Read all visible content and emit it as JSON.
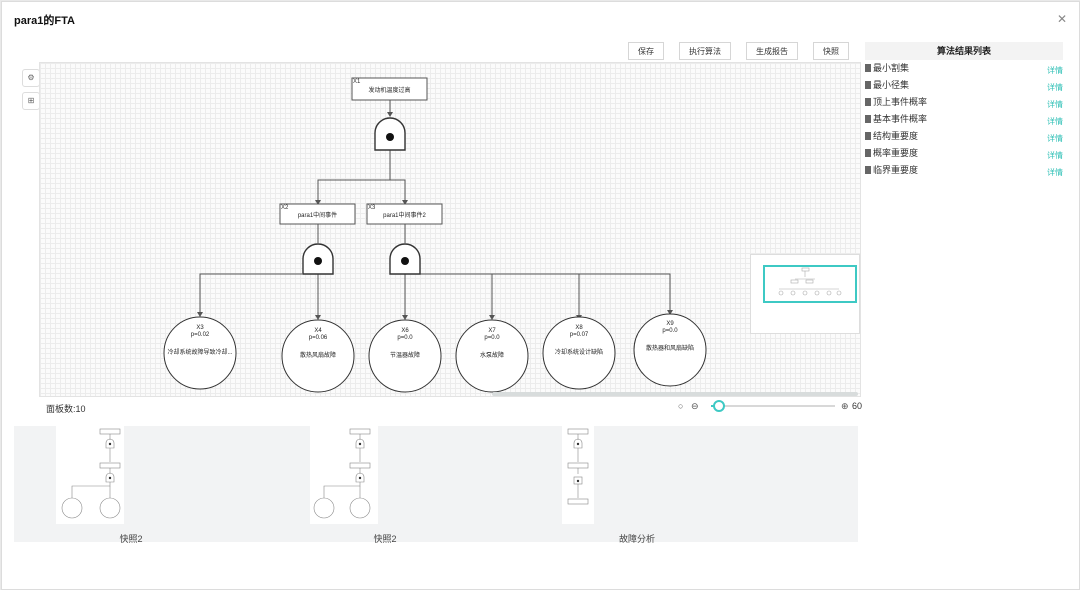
{
  "window": {
    "title": "para1的FTA"
  },
  "toolbar": {
    "save": "保存",
    "run": "执行算法",
    "report": "生成报告",
    "snapshot": "快照"
  },
  "fta": {
    "nodes": [
      {
        "id": "X1",
        "label": "发动机温度过高"
      },
      {
        "id": "X2",
        "label": "para1中间事件"
      },
      {
        "id": "X3",
        "label": "para1中间事件2"
      },
      {
        "id": "X3",
        "label": "冷却系统故障导致冷却...",
        "prob": "p=0.02"
      },
      {
        "id": "X4",
        "label": "散热风扇故障",
        "prob": "p=0.06"
      },
      {
        "id": "X6",
        "label": "节温器故障",
        "prob": "p=0.0"
      },
      {
        "id": "X7",
        "label": "水泵故障",
        "prob": "p=0.0"
      },
      {
        "id": "X8",
        "label": "冷却系统设计缺陷",
        "prob": "p=0.07"
      },
      {
        "id": "X9",
        "label": "散热器和风扇缺陷",
        "prob": "p=0.0"
      }
    ]
  },
  "status": {
    "panel_count": "面板数:10",
    "zoom": "60",
    "zoom_fraction": 0.05
  },
  "results": {
    "title": "算法结果列表",
    "detail_label": "详情",
    "items": [
      "最小割集",
      "最小径集",
      "顶上事件概率",
      "基本事件概率",
      "结构重要度",
      "概率重要度",
      "临界重要度"
    ]
  },
  "snapshots": [
    {
      "label": "快照2"
    },
    {
      "label": "快照2"
    },
    {
      "label": "故障分析"
    }
  ],
  "colors": {
    "accent": "#3ec9c4",
    "link": "#2cbfb5"
  }
}
